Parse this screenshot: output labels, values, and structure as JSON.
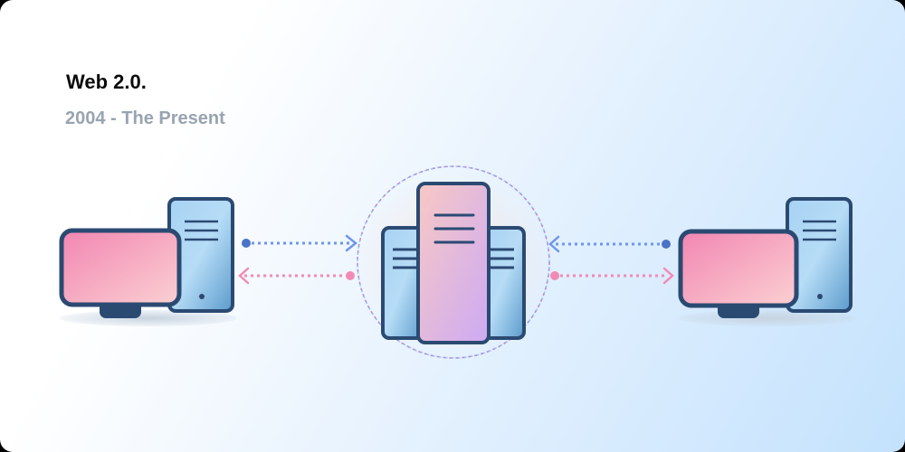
{
  "header": {
    "title": "Web 2.0.",
    "subtitle": "2004 - The Present"
  },
  "diagram": {
    "nodes": [
      {
        "id": "client-left",
        "type": "desktop-computer"
      },
      {
        "id": "server-cluster",
        "type": "server-stack"
      },
      {
        "id": "client-right",
        "type": "desktop-computer"
      }
    ],
    "connections": [
      {
        "from": "client-left",
        "to": "server-cluster",
        "color": "#6d97ec",
        "style": "dotted"
      },
      {
        "from": "server-cluster",
        "to": "client-left",
        "color": "#f28bb4",
        "style": "dotted"
      },
      {
        "from": "client-right",
        "to": "server-cluster",
        "color": "#6d97ec",
        "style": "dotted"
      },
      {
        "from": "server-cluster",
        "to": "client-right",
        "color": "#f28bb4",
        "style": "dotted"
      }
    ]
  },
  "colors": {
    "outline": "#2b4a72",
    "request": "#6d97ec",
    "response": "#f28bb4",
    "monitor_pink": "#f48ab4",
    "tower_blue": "#a9d3f3",
    "background_end": "#c4e2fd"
  }
}
